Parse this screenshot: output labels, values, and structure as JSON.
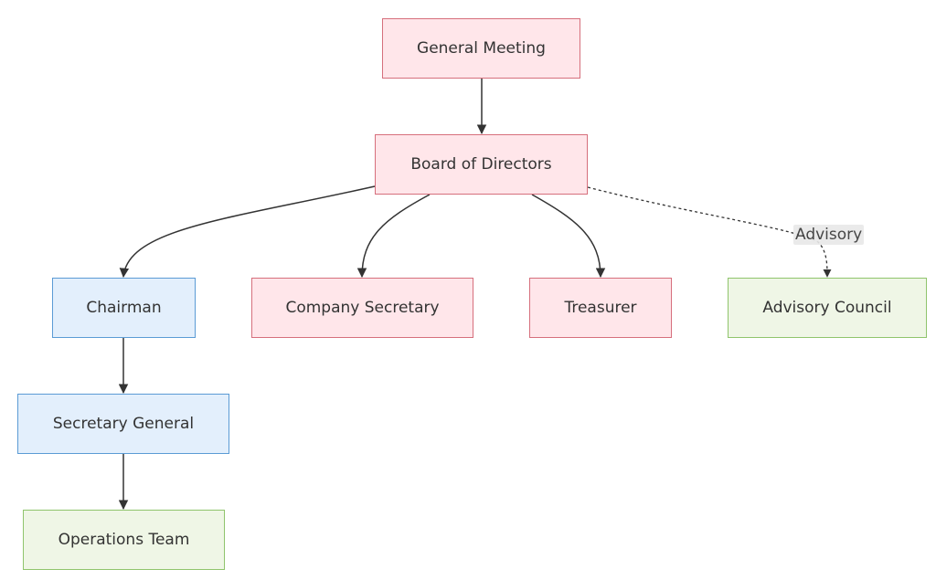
{
  "nodes": {
    "general_meeting": "General Meeting",
    "board": "Board of Directors",
    "chairman": "Chairman",
    "company_secretary": "Company Secretary",
    "treasurer": "Treasurer",
    "advisory_council": "Advisory Council",
    "secretary_general": "Secretary General",
    "operations_team": "Operations Team"
  },
  "edge_labels": {
    "advisory": "Advisory"
  },
  "colors": {
    "governance": "#ffe6ea",
    "executive": "#e3effc",
    "support": "#eff6e6",
    "edge": "#333333"
  }
}
